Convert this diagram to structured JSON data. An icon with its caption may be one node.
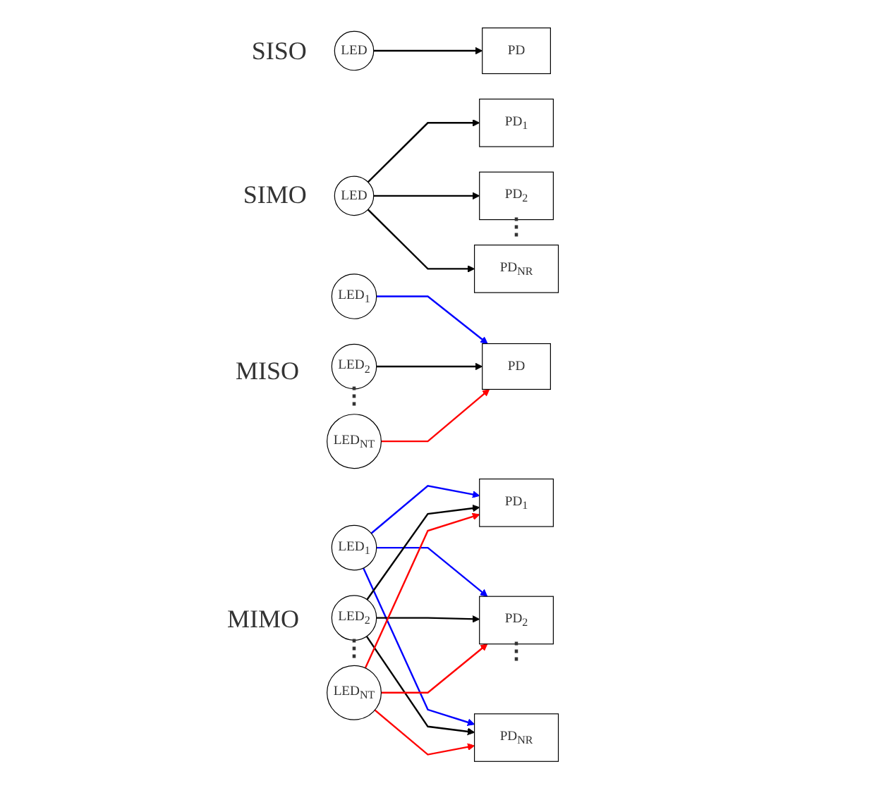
{
  "diagram": {
    "nodes": [
      {
        "text": [
          "LED"
        ]
      },
      {
        "text": [
          "PD"
        ]
      },
      {
        "text": [
          "LED"
        ]
      },
      {
        "text": [
          "PD$_{1}$"
        ]
      },
      {
        "text": [
          "PD$_{2}$"
        ]
      },
      {
        "text": [
          "PD$_{NR}$"
        ]
      },
      {
        "text": [
          "LED$_{1}$"
        ]
      },
      {
        "text": [
          "LED$_{2}$"
        ]
      },
      {
        "text": [
          "LED$_{NT}$"
        ]
      },
      {
        "text": [
          "PD"
        ]
      },
      {
        "text": [
          "LED$_{1}$"
        ]
      },
      {
        "text": [
          "LED$_{2}$"
        ]
      },
      {
        "text": [
          "LED$_{NT}$"
        ]
      },
      {
        "text": [
          "PD$_{1}$"
        ]
      },
      {
        "text": [
          "PD$_{2}$"
        ]
      },
      {
        "text": [
          "PD$_{NR}$"
        ]
      }
    ],
    "edges": [
      {
        "from": 0,
        "to": 1,
        "arrow": "to"
      },
      {
        "from": 2,
        "to": 3,
        "arrow": "to"
      },
      {
        "from": 2,
        "to": 4,
        "arrow": "to"
      },
      {
        "from": 2,
        "to": 5,
        "arrow": "to"
      },
      {
        "from": 6,
        "to": 9,
        "arrow": "to",
        "color": "#0000ff"
      },
      {
        "from": 7,
        "to": 9,
        "arrow": "to"
      },
      {
        "from": 8,
        "to": 9,
        "arrow": "to",
        "color": "#ff0000"
      },
      {
        "from": 10,
        "to": 13,
        "arrow": "to",
        "color": "#0000ff"
      },
      {
        "from": 10,
        "to": 14,
        "arrow": "to",
        "color": "#0000ff"
      },
      {
        "from": 10,
        "to": 15,
        "arrow": "to",
        "color": "#0000ff"
      },
      {
        "from": 11,
        "to": 13,
        "arrow": "to"
      },
      {
        "from": 11,
        "to": 14,
        "arrow": "to"
      },
      {
        "from": 11,
        "to": 15,
        "arrow": "to"
      },
      {
        "from": 12,
        "to": 13,
        "arrow": "to",
        "color": "#ff0000"
      },
      {
        "from": 12,
        "to": 14,
        "arrow": "to",
        "color": "#ff0000"
      },
      {
        "from": 12,
        "to": 15,
        "arrow": "to",
        "color": "#ff0000"
      }
    ],
    "labels": [
      "SISO",
      "SIMO",
      "⋮",
      "MISO",
      "MIMO",
      "⋮",
      "⋮",
      "⋮"
    ]
  }
}
